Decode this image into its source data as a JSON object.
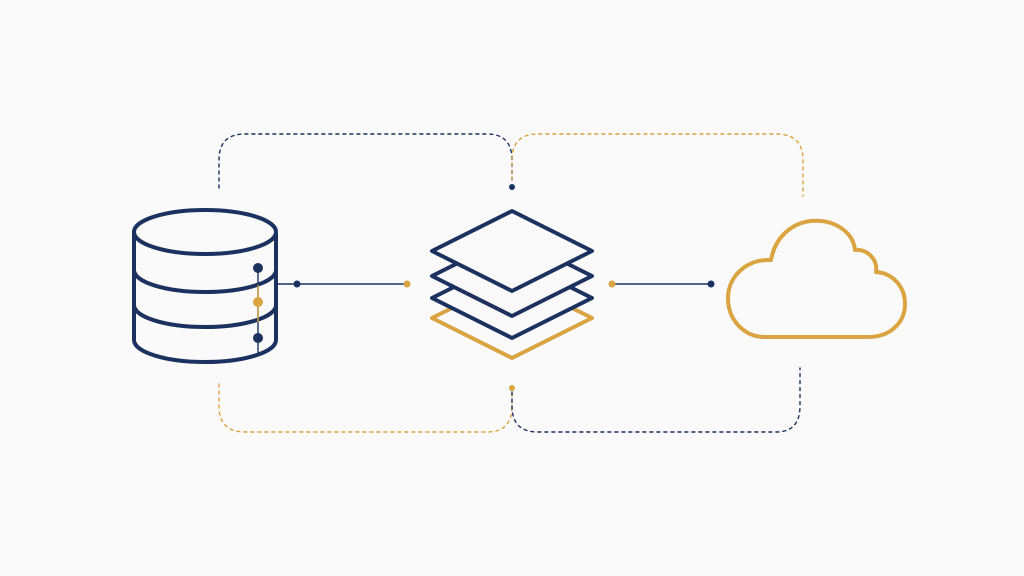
{
  "colors": {
    "background": "#fafafa",
    "navy": "#1b3260",
    "gold": "#d9a441"
  },
  "nodes": [
    {
      "id": "database",
      "icon": "database-icon"
    },
    {
      "id": "layers",
      "icon": "stacked-layers-icon"
    },
    {
      "id": "cloud",
      "icon": "cloud-icon"
    }
  ],
  "connections": [
    {
      "from": "database",
      "to": "layers",
      "style": "solid",
      "color": "navy"
    },
    {
      "from": "layers",
      "to": "cloud",
      "style": "solid",
      "color": "navy"
    },
    {
      "from": "database",
      "to": "layers",
      "style": "dashed",
      "color": "navy",
      "route": "over"
    },
    {
      "from": "layers",
      "to": "cloud",
      "style": "dashed",
      "color": "gold",
      "route": "over"
    },
    {
      "from": "database",
      "to": "layers",
      "style": "dashed",
      "color": "gold",
      "route": "under"
    },
    {
      "from": "layers",
      "to": "cloud",
      "style": "dashed",
      "color": "navy",
      "route": "under"
    }
  ]
}
